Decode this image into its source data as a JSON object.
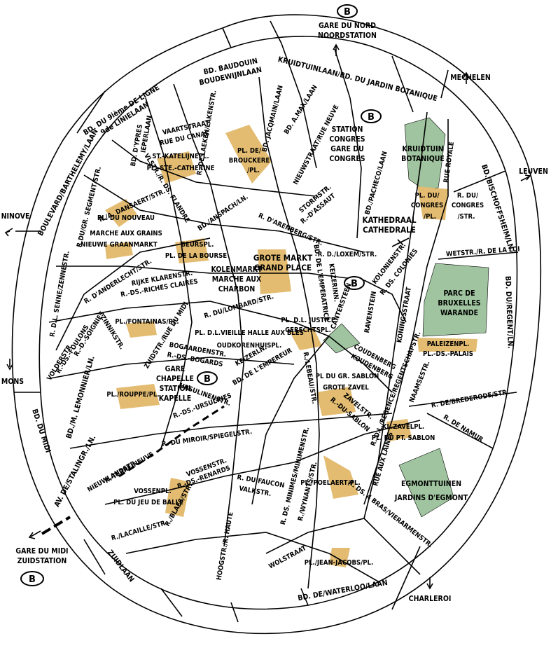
{
  "colors": {
    "square": "#e3bc72",
    "park": "#9fc49f",
    "line": "#000000",
    "bg": "#ffffff"
  },
  "metro_icon": {
    "label": "B"
  },
  "directions": {
    "north": "GARE DU NORD",
    "north2": "NOORDSTATION",
    "mechelen": "MECHELEN",
    "leuven": "LEUVEN",
    "ninove": "NINOVE",
    "mons": "MONS",
    "charleroi": "CHARLEROI",
    "south": "GARE DU MIDI",
    "south2": "ZUIDSTATION"
  },
  "ring": {
    "top_a": "BD. BAUDOUIN",
    "top_b": "BOUDEWIJNLAAN",
    "top_right": "KRUIDTUINLAAN/BD. DU JARDIN BOTANIQUE",
    "nw_a": "BD. DU 9ième DE LIGNE",
    "nw_b": "9de LINIELAAN",
    "west": "BOULEVARD/BARTHELEMY/LAAN",
    "east": "BD./BISCHOFFSHEIM/LN.",
    "east2": "BD. DU/REGENT/LN.",
    "sw": "BD. DU MIDI",
    "sw2": "BD./M. LEMONNIER/LN.",
    "stalingrad": "AV. DE/STALINGR./LN.",
    "zuidlaan": "ZUIDLAAN",
    "waterloo": "BD. DE/WATERLOO/LAAN"
  },
  "streets": {
    "bd_ypres": "BD. D'YPRES",
    "ieperlaan": "IEPERLAAN",
    "vaartstraat": "VAARTSTRAAT",
    "rue_canal": "RUE DU CANAL",
    "laeken": "R. DE LAEKEN/LAKENSTR.",
    "jacqmain": "BD. JACQMAIN/LAAN",
    "max": "BD. A.MAX/LAAN",
    "nieuwstraat": "NIEUWSTRAAT/RUE NEUVE",
    "pacheco": "BD./PACHECO/LAAN",
    "rue_royale": "RUE ROYALE",
    "flandre": "VLSTR./R. DS. FLANDRE",
    "dansaert": "R./A. DANSAERT/STR.",
    "segment": "R.DU/GR. SEGMENT/STR.",
    "anspach": "BD./ANSPACH/LN.",
    "arenberg": "R. D'ARENBERG/STR.",
    "stormstr": "STORMSTR.",
    "assaut": "R.-D'ASSAUT",
    "bourse": "BEURSPL.",
    "senne": "R. D.L. SENNE/ZENNESTR.",
    "anderlecht": "R. D'ANDERLECHT/STR.",
    "rijke": "RIJKE KLARENSTR.",
    "riches": "R.-DS.-RICHES CLAIRES",
    "lombard": "R. DU/LOMBARD/STR.",
    "keizerinn": "KEIZERINN.",
    "imperatrice": "BD. DE L'EMPERATRICE",
    "loxem": "R. D./LOXEM/STR.",
    "colonies": "KOLONIENSTR.",
    "colonies2": "R. DS. COLONIES",
    "loi": "WETSTR./R. DE LA LOI",
    "zinnik": "ZINNIKSTR.",
    "soignies": "R.-D.-SOIGNIES",
    "foulons": "R.-DS.-FOULONS",
    "vol": "VOLDERSTR.",
    "zuidstr": "ZUIDSTR./RUE DU MIDI",
    "bogaarden": "BOGAARDENSTR.",
    "bogards": "R.-DS.-BOGARDS",
    "keizerln": "KEIZERLN.",
    "empereur": "BD. DE L'EMPEREUR",
    "lebeau": "R./LEBEAU/STR.",
    "cantersteen": "CANTERSTEEN",
    "ravenstein": "RAVENSTEIN",
    "koudenberg": "COUDENBERG",
    "koudenberg2": "KOUDENBERG",
    "koning": "KONINGSSTRAAT",
    "ursulines": "URSULINENSTR.",
    "ursulines2": "R.-DS.-URSULINES",
    "miroir": "R. DU MIROIR/SPIEGELSTR.",
    "nieuwland": "NIEUWLANDSTR.",
    "terre": "R.-TERRE-NEUVE",
    "vossen": "VOSSENSTR.",
    "renards": "R.-DS.-RENARDS",
    "faucon": "R. DU FAUCON",
    "valk": "VALKSTR.",
    "minimes": "R. DS. MINIMES/MINIMENSTR.",
    "zavel": "ZAVELSTR.",
    "dusablon": "R.-DU-SABLON",
    "regence": "R. D.L./REGENCE/REGENTSCHAPSTR.",
    "naamse": "NAAMSESTR.",
    "brederode": "R. DE/BREDERODE/STR.",
    "namur": "R. DE NAMUR",
    "laines": "RUE AUX LAINES",
    "wynants": "R./WYNANTS/STR.",
    "quatre": "R. DS. 4 BRAS/VIERARMENSTR.",
    "blaes": "R./BLAES/STR.",
    "lacaille": "R./LACAILLE/STR.",
    "hoog": "HOOGSTR./R. HAUTE",
    "wolstraat": "WOLSTRAAT"
  },
  "squares": {
    "katelijne": "ST.-KATELIJNEPL.",
    "catherine": "PL.-STE.-CATHERINE",
    "brouckere_a": "PL. DE/",
    "brouckere_b": "BROUCKERE",
    "brouckere_c": "/PL.",
    "nouveau_a": "PL. DU NOUVEAU",
    "nouveau_b": "MARCHE AUX GRAINS",
    "nouveau_c": "NIEUWE GRAANMARKT",
    "bourse_b": "PL. DE LA BOURSE",
    "grote_a": "GROTE MARKT",
    "grote_b": "GRAND PLACE",
    "kolen_a": "KOLENMARKT",
    "kolen_b": "MARCHE AUX",
    "kolen_c": "CHARBON",
    "fontainas": "PL./FONTAINAS/PL.",
    "vieille_a": "PL. D.L.VIEILLE HALLE AUX BLES",
    "vieille_b": "OUDKORENHUISPL.",
    "justice_a": "PL. D.L. JUSTICE",
    "justice_b": "GERECHTSPL.",
    "rouppe": "PL./ROUPPE/PL.",
    "sablon_a": "PL DU GR. SABLON",
    "sablon_b": "GROTE ZAVEL",
    "klzavel_a": "KL.ZAVELPL.",
    "klzavel_b": "PL. DU PT. SABLON",
    "poelaert": "PL./POELAERT/PL.",
    "vossenpl_a": "VOSSENPL.",
    "vossenpl_b": "PL. DU JEU DE BALLE",
    "jacobs": "PL./JEAN-JACOBS/PL.",
    "congres_a": "PL. DU/",
    "congres_b": "CONGRES",
    "congres_c": "/PL.",
    "congres_r_a": "R. DU/",
    "congres_r_b": "CONGRES",
    "congres_r_c": "/STR.",
    "paleizen_a": "PALEIZENPL.",
    "paleizen_b": "PL.-DS.-PALAIS"
  },
  "landmarks": {
    "station_a": "STATION",
    "station_b": "CONGRES",
    "station_c": "GARE DU",
    "station_d": "CONGRES",
    "kruidtuin_a": "KRUIDTUIN",
    "kruidtuin_b": "BOTANIQUE",
    "kathedraal_a": "KATHEDRAAL",
    "kathedraal_b": "CATHEDRALE",
    "parc_a": "PARC DE",
    "parc_b": "BRUXELLES",
    "parc_c": "WARANDE",
    "gare_a": "GARE",
    "gare_b": "CHAPELLE",
    "gare_c": "STATION",
    "gare_d": "KAPELLE",
    "egmont_a": "EGMONTTUINEN",
    "egmont_b": "JARDINS D'EGMONT"
  }
}
